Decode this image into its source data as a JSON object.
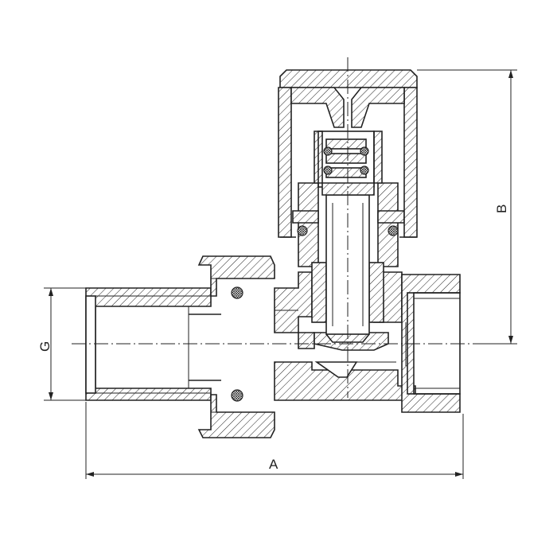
{
  "dimensions": {
    "a_label": "A",
    "b_label": "B",
    "g_label": "G"
  },
  "colors": {
    "line": "#222222",
    "background": "#ffffff"
  }
}
